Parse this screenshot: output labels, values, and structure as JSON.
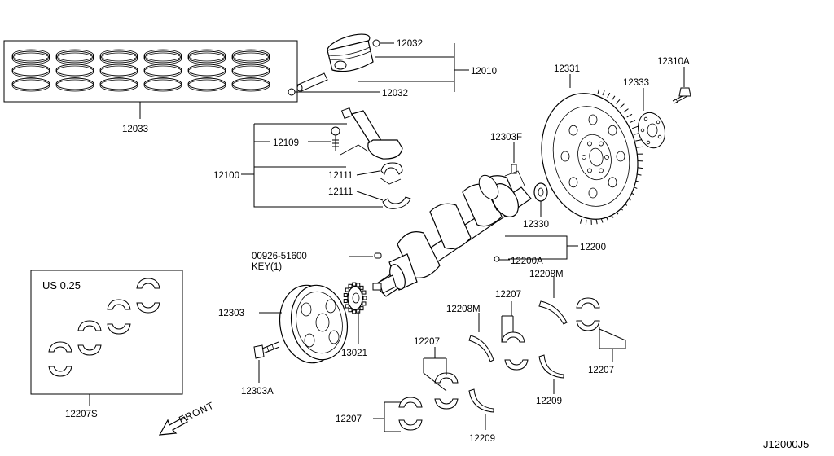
{
  "labels": {
    "ring_set": "12033",
    "piston_pin_clip_top": "12032",
    "piston_pin_clip_bottom": "12032",
    "piston_assy": "12010",
    "connecting_rod_assy": "12100",
    "rod_bolt": "12109",
    "rod_bearing_upper": "12111",
    "rod_bearing_lower": "12111",
    "flywheel": "12331",
    "flywheel_plate": "12333",
    "flywheel_bolt": "12310A",
    "pilot_bushing_pin": "12303F",
    "pilot_bearing": "12330",
    "crankshaft_assy": "12200",
    "crankshaft_plug": "12200A",
    "key_part_no": "00926-51600",
    "key_name": "KEY(1)",
    "pulley": "12303",
    "pulley_bolt": "12303A",
    "crank_sprocket": "13021",
    "main_bearing_1": "12207",
    "main_bearing_2": "12207",
    "main_bearing_3": "12207",
    "main_bearing_4": "12207",
    "thrust_washer_1": "12208M",
    "thrust_washer_2": "12208M",
    "thrust_washer_3": "12209",
    "thrust_washer_4": "12209",
    "undersize_note": "US 0.25",
    "bearing_set": "12207S",
    "front_indicator": "FRONT",
    "diagram_code": "J12000J5"
  }
}
